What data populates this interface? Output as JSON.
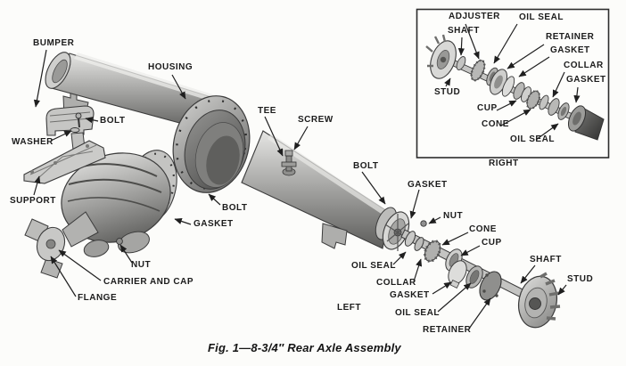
{
  "caption": "Fig. 1—8-3/4″ Rear Axle Assembly",
  "main_labels": {
    "bumper": "BUMPER",
    "housing": "HOUSING",
    "bolt_top": "BOLT",
    "washer": "WASHER",
    "support": "SUPPORT",
    "tee": "TEE",
    "screw": "SCREW",
    "bolt_center": "BOLT",
    "gasket_center": "GASKET",
    "nut_left": "NUT",
    "carrier_and_cap": "CARRIER AND CAP",
    "flange": "FLANGE",
    "bolt_right": "BOLT",
    "gasket_right": "GASKET",
    "nut_right": "NUT",
    "cone": "CONE",
    "cup": "CUP",
    "oil_seal_inner": "OIL SEAL",
    "collar": "COLLAR",
    "gasket_outer": "GASKET",
    "side": "LEFT",
    "oil_seal_outer": "OIL SEAL",
    "retainer": "RETAINER",
    "shaft": "SHAFT",
    "stud": "STUD"
  },
  "inset_labels": {
    "adjuster": "ADJUSTER",
    "shaft": "SHAFT",
    "oil_seal_top": "OIL SEAL",
    "retainer": "RETAINER",
    "gasket_upper": "GASKET",
    "collar": "COLLAR",
    "gasket_lower": "GASKET",
    "stud": "STUD",
    "cup": "CUP",
    "cone": "CONE",
    "oil_seal_bottom": "OIL SEAL",
    "side": "RIGHT"
  }
}
